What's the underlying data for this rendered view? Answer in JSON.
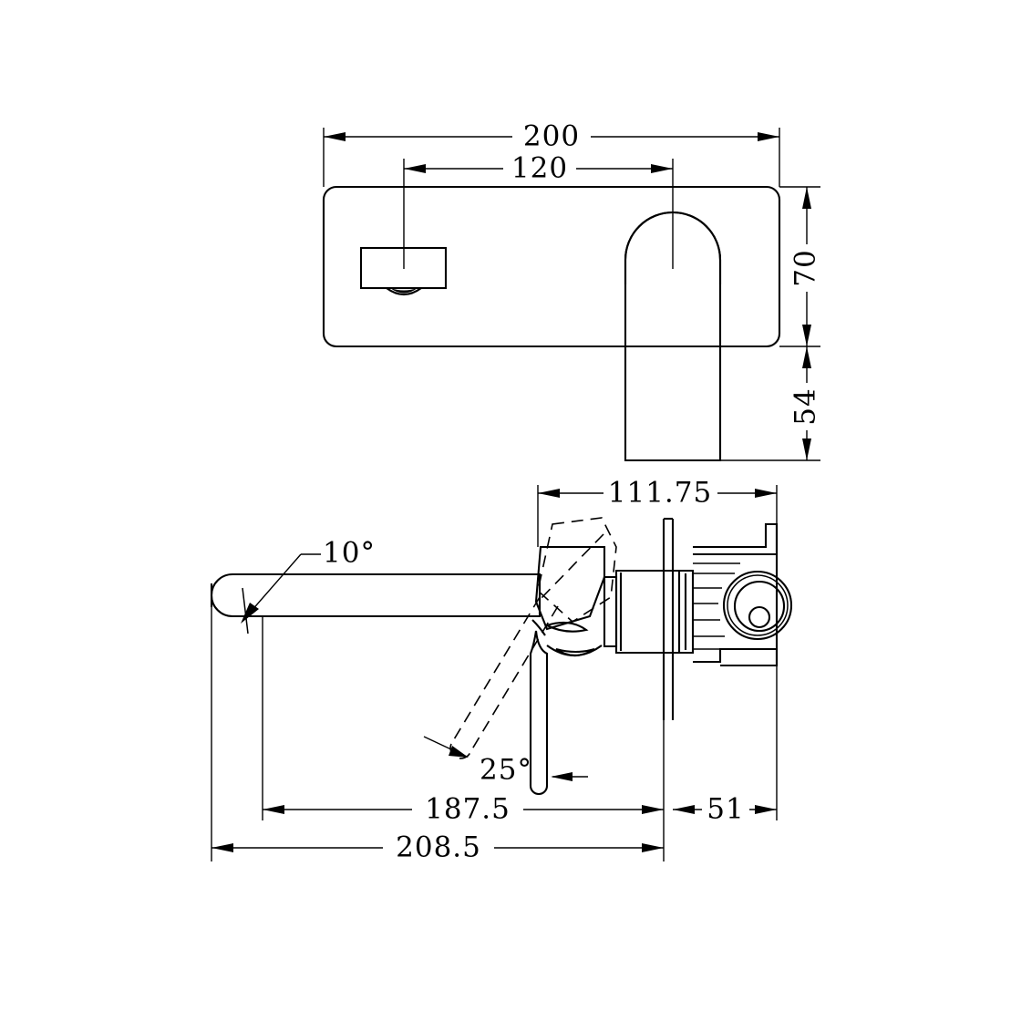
{
  "drawing": {
    "title": "Wall Mounted Basin Mixer Technical Drawing",
    "units": "mm",
    "views": [
      {
        "name": "front-elevation",
        "label": ""
      },
      {
        "name": "side-elevation",
        "label": ""
      }
    ],
    "dimensions": {
      "overall_width": "200",
      "spout_center_offset": "120",
      "plate_height": "70",
      "spout_drop": "54",
      "body_depth": "111.75",
      "projection_to_handle": "187.5",
      "back_plate_depth": "51",
      "overall_projection": "208.5"
    },
    "angles": {
      "spout_angle": "10°",
      "handle_angle": "25°"
    },
    "labels": {
      "d200": "200",
      "d120": "120",
      "d70": "70",
      "d54": "54",
      "d111_75": "111.75",
      "d187_5": "187.5",
      "d51": "51",
      "d208_5": "208.5",
      "a10": "10°",
      "a25": "25°"
    },
    "colors": {
      "line": "#000000",
      "background": "#ffffff"
    }
  }
}
